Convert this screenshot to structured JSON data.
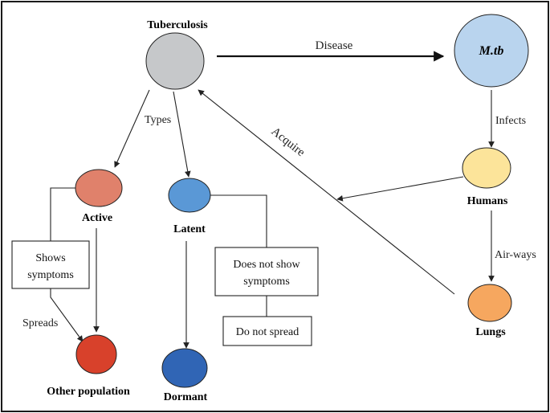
{
  "colors": {
    "tuberculosis": "#c6c8ca",
    "mtb": "#b9d4ee",
    "humans": "#fce49a",
    "lungs": "#f6a75f",
    "active": "#e0816b",
    "latent": "#5a98d6",
    "other_population": "#d8412b",
    "dormant": "#3065b5",
    "edge": "#222222",
    "frame": "#1a1a1a"
  },
  "nodes": {
    "tuberculosis": "Tuberculosis",
    "mtb": "M.tb",
    "humans": "Humans",
    "lungs": "Lungs",
    "active": "Active",
    "latent": "Latent",
    "other_population": "Other population",
    "dormant": "Dormant"
  },
  "edges": {
    "disease": "Disease",
    "infects": "Infects",
    "acquire": "Acquire",
    "types": "Types",
    "airways": "Air-ways",
    "spreads": "Spreads"
  },
  "boxes": {
    "shows_symptoms_line1": "Shows",
    "shows_symptoms_line2": "symptoms",
    "no_symptoms_line1": "Does not show",
    "no_symptoms_line2": "symptoms",
    "no_spread": "Do not spread"
  }
}
